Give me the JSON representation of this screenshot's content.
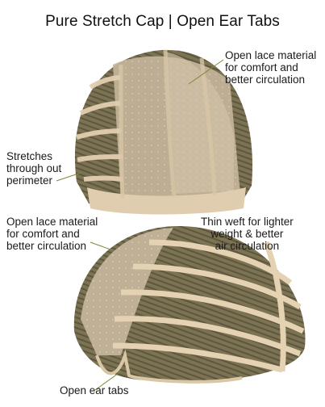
{
  "title": "Pure Stretch Cap | Open Ear Tabs",
  "callouts": {
    "top_right": [
      "Open lace material",
      "for comfort and",
      "better circulation"
    ],
    "left_mid": [
      "Stretches",
      "through out",
      "perimeter"
    ],
    "left_low": [
      "Open lace material",
      "for comfort and",
      "better circulation"
    ],
    "right_low": [
      "Thin weft for lighter",
      "weight & better",
      "air circulation"
    ],
    "bottom": [
      "Open ear tabs"
    ]
  },
  "colors": {
    "lace": "#c9b9a2",
    "weft_dark": "#6e6548",
    "weft_mid": "#8c8463",
    "band": "#e2cfb0",
    "leader": "#7a8a3a"
  }
}
